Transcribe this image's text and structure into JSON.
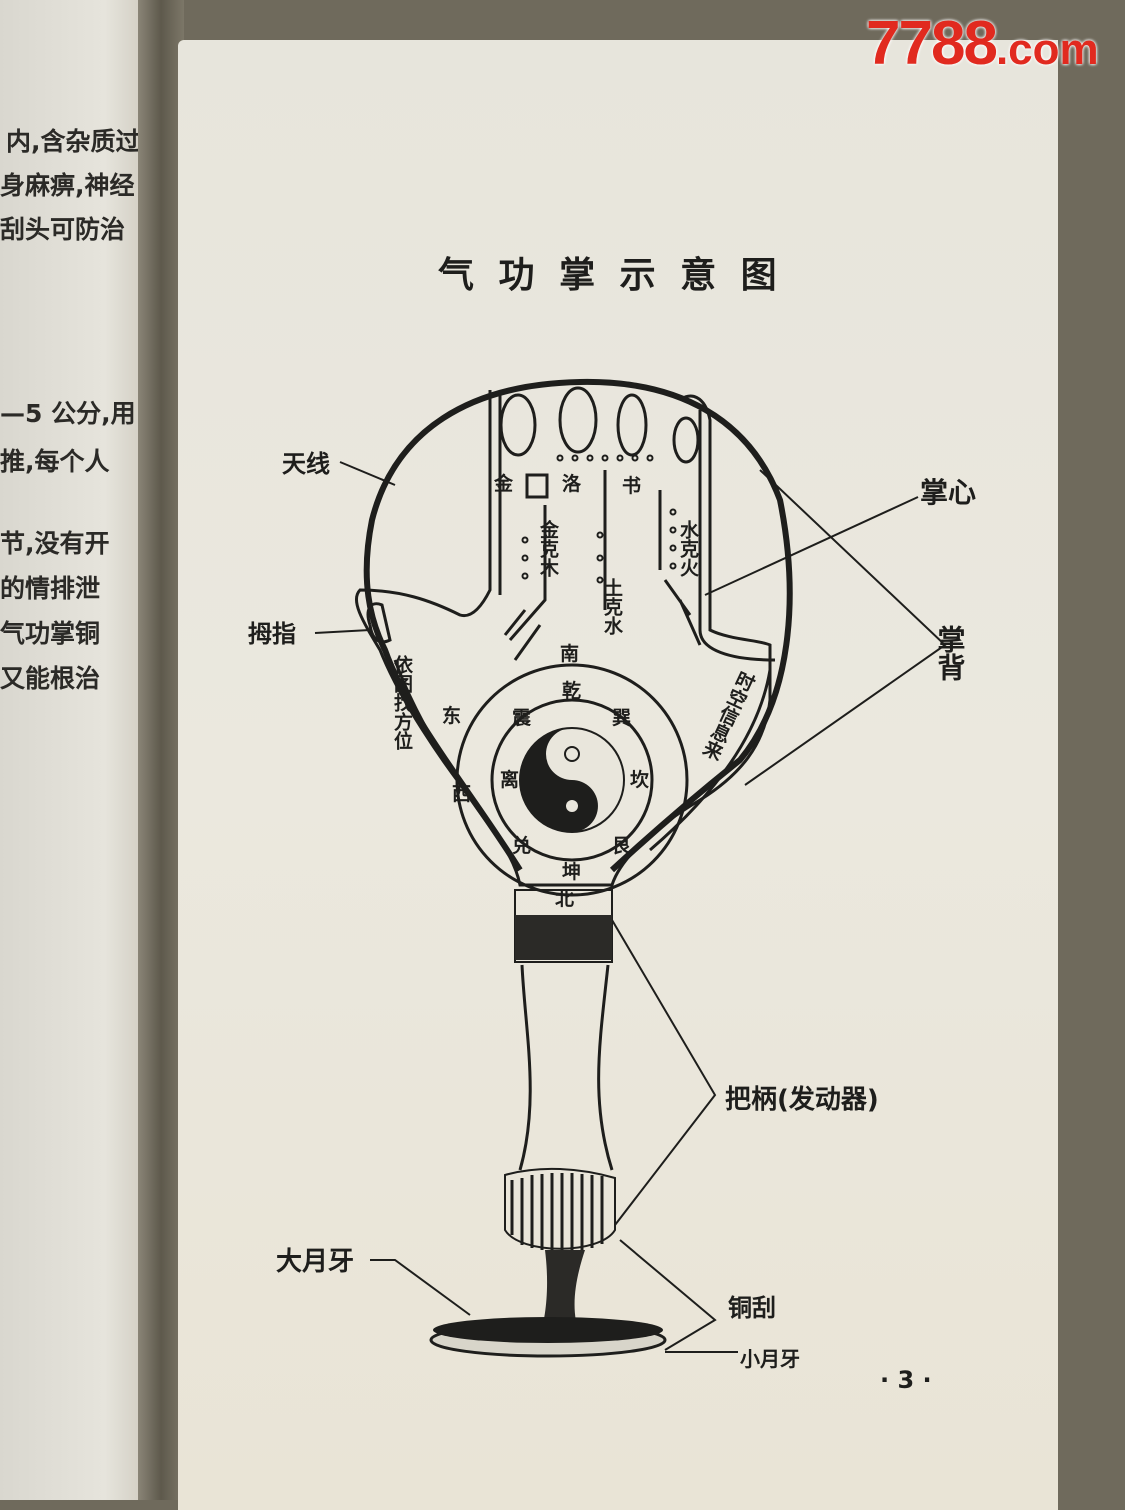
{
  "watermark": {
    "text": "7788",
    "suffix": ".com",
    "color": "#e12a1f"
  },
  "left_page": {
    "lines": [
      "内,含杂质过",
      "身麻痹,神经",
      "刮头可防治",
      "—5 公分,用",
      "推,每个人",
      "节,没有开",
      "的情排泄",
      "气功掌铜",
      "又能根治"
    ]
  },
  "title": "气 功 掌 示 意 图",
  "callouts": {
    "antenna": "天线",
    "palm_center": "掌心",
    "thumb": "拇指",
    "palm_back": "掌背",
    "handle": "把柄(发动器)",
    "big_crescent": "大月牙",
    "copper_scraper": "铜刮",
    "small_crescent": "小月牙"
  },
  "inner_labels": {
    "jin": "金",
    "luo": "洛",
    "shu": "书",
    "jin_ke_mu": "金克木",
    "tu_ke_shui": "土克水",
    "shui_ke_huo": "水克火",
    "south": "南",
    "north": "北",
    "east": "东",
    "west": "西",
    "find_direction": "依图找方位",
    "spacetime_info": "时空信息来",
    "qian": "乾",
    "kun": "坤",
    "li": "离",
    "kan": "坎",
    "zhen": "震",
    "xun": "巽",
    "gen": "艮",
    "dui": "兑"
  },
  "page_number": "· 3 ·",
  "colors": {
    "ink": "#1e1e1c",
    "paper": "#e9e6dc"
  }
}
